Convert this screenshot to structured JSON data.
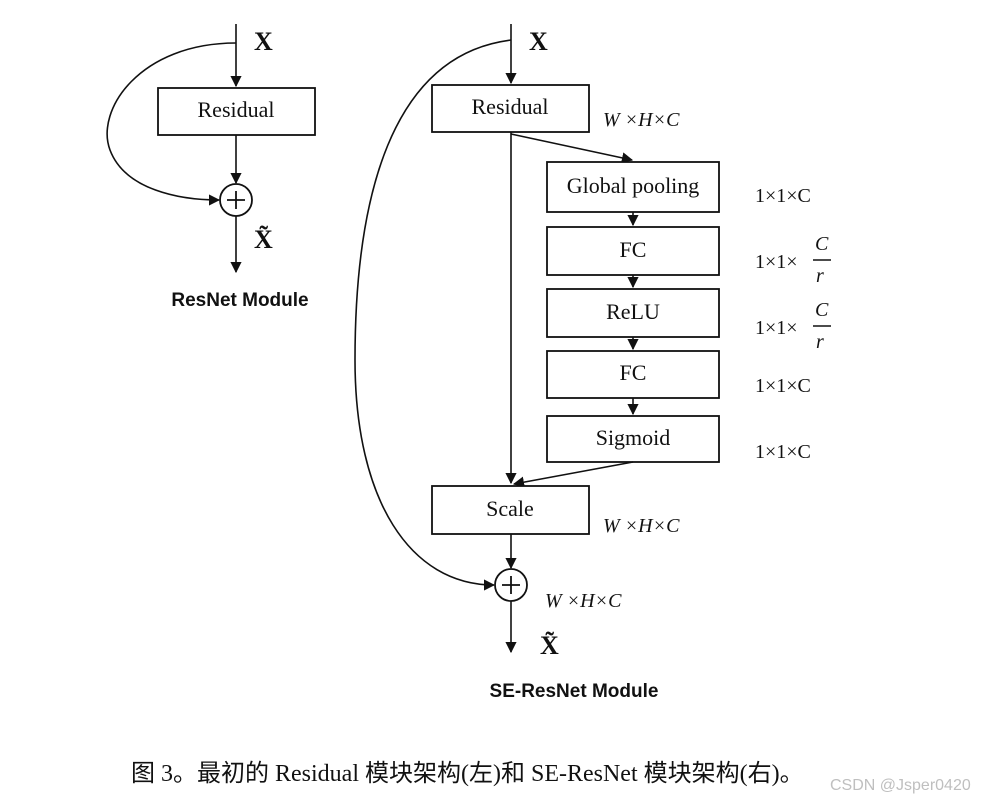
{
  "left_module": {
    "input_label": "X",
    "block_label": "Residual",
    "output_label": "X̃",
    "title": "ResNet Module"
  },
  "right_module": {
    "input_label": "X",
    "residual_label": "Residual",
    "residual_dim": "W ×H×C",
    "se_blocks": [
      {
        "label": "Global pooling",
        "dim": "1×1×C"
      },
      {
        "label": "FC",
        "dim_prefix": "1×1×",
        "dim_num": "C",
        "dim_den": "r"
      },
      {
        "label": "ReLU",
        "dim_prefix": "1×1×",
        "dim_num": "C",
        "dim_den": "r"
      },
      {
        "label": "FC",
        "dim": "1×1×C"
      },
      {
        "label": "Sigmoid",
        "dim": "1×1×C"
      }
    ],
    "scale_label": "Scale",
    "scale_dim": "W ×H×C",
    "sum_dim": "W ×H×C",
    "output_label": "X̃",
    "title": "SE-ResNet Module"
  },
  "caption": "图 3。最初的 Residual 模块架构(左)和 SE-ResNet 模块架构(右)。",
  "watermark": "CSDN @Jsper0420"
}
